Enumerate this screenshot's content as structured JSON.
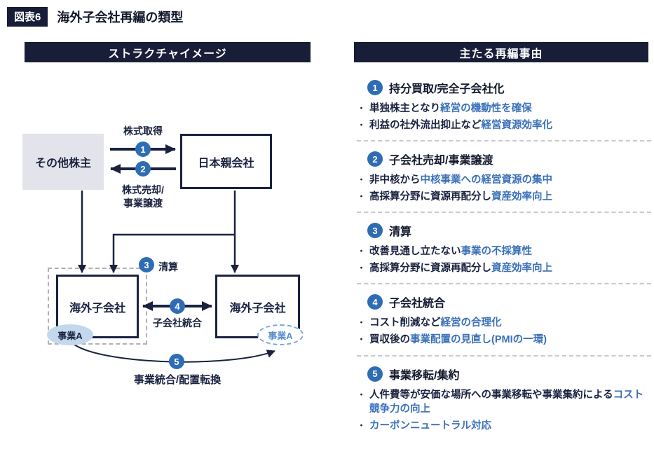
{
  "colors": {
    "navy": "#1a2240",
    "banner": "#181e38",
    "circle": "#2e6db4",
    "blue": "#3a70b8",
    "graybox": "#e3e3eb",
    "lblue": "#c3d7ed",
    "dashblue": "#7aa7d9",
    "sep": "#c9c9c9"
  },
  "figure": {
    "badge": "図表6",
    "title": "海外子会社再編の類型"
  },
  "left_panel": {
    "header": "ストラクチャイメージ",
    "diagram": {
      "nodes": {
        "other_shareholders": "その他株主",
        "japan_parent": "日本親会社",
        "overseas_subsidiary_left": "海外子会社",
        "overseas_subsidiary_right": "海外子会社",
        "business_a_left": "事業A",
        "business_a_right": "事業A"
      },
      "edge_labels": {
        "share_acquisition": "株式取得",
        "share_sale_line1": "株式売却/",
        "share_sale_line2": "事業譲渡",
        "liquidation": "清算",
        "subsidiary_integration": "子会社統合",
        "business_integration": "事業統合/配置転換"
      },
      "step_numbers": [
        "1",
        "2",
        "3",
        "4",
        "5"
      ]
    }
  },
  "right_panel": {
    "header": "主たる再編事由",
    "sections": [
      {
        "number": "1",
        "title": "持分買取/完全子会社化",
        "bullets": [
          [
            {
              "t": "単独株主となり",
              "c": "dark"
            },
            {
              "t": "経営の機動性を確保",
              "c": "blue"
            }
          ],
          [
            {
              "t": "利益の社外流出抑止など",
              "c": "dark"
            },
            {
              "t": "経営資源効率化",
              "c": "blue"
            }
          ]
        ]
      },
      {
        "number": "2",
        "title": "子会社売却/事業譲渡",
        "bullets": [
          [
            {
              "t": "非中核から",
              "c": "dark"
            },
            {
              "t": "中核事業への経営資源の集中",
              "c": "blue"
            }
          ],
          [
            {
              "t": "高採算分野に資源再配分し",
              "c": "dark"
            },
            {
              "t": "資産効率向上",
              "c": "blue"
            }
          ]
        ]
      },
      {
        "number": "3",
        "title": "清算",
        "bullets": [
          [
            {
              "t": "改善見通し立たない",
              "c": "dark"
            },
            {
              "t": "事業の不採算性",
              "c": "blue"
            }
          ],
          [
            {
              "t": "高採算分野に資源再配分し",
              "c": "dark"
            },
            {
              "t": "資産効率向上",
              "c": "blue"
            }
          ]
        ]
      },
      {
        "number": "4",
        "title": "子会社統合",
        "bullets": [
          [
            {
              "t": "コスト削減など",
              "c": "dark"
            },
            {
              "t": "経営の合理化",
              "c": "blue"
            }
          ],
          [
            {
              "t": "買収後の",
              "c": "dark"
            },
            {
              "t": "事業配置の見直し(PMIの一環)",
              "c": "blue"
            }
          ]
        ]
      },
      {
        "number": "5",
        "title": "事業移転/集約",
        "bullets": [
          [
            {
              "t": "人件費等が安価な場所への事業移転や事業集約による",
              "c": "dark"
            },
            {
              "t": "コスト競争力の向上",
              "c": "blue"
            }
          ],
          [
            {
              "t": "カーボンニュートラル対応",
              "c": "blue"
            }
          ]
        ]
      }
    ]
  }
}
